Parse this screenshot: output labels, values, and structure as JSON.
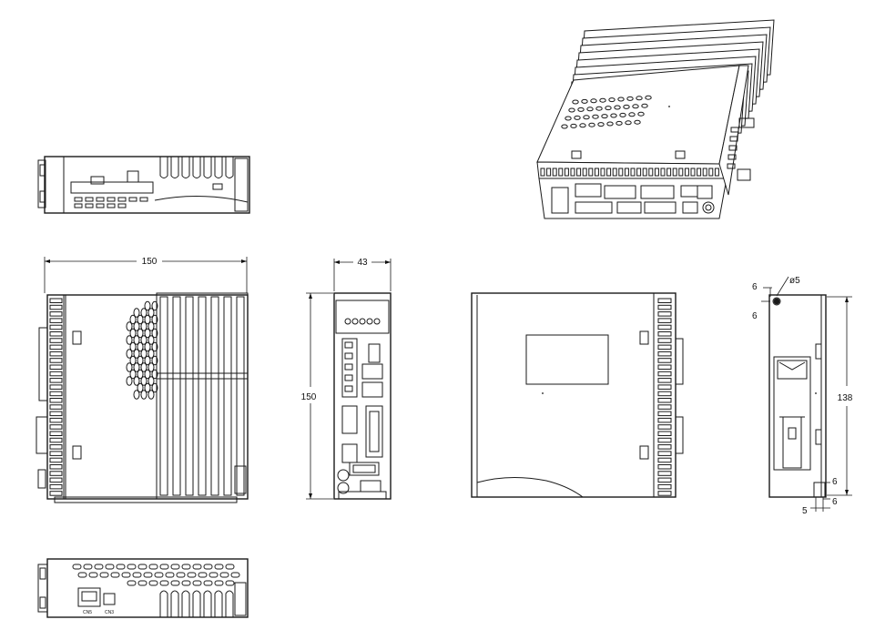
{
  "dimensions": {
    "front_width": "150",
    "front_height": "150",
    "side_width": "43",
    "mount_height": "138",
    "hole_diameter": "ø5",
    "hole_offset_x": "6",
    "hole_offset_y": "6",
    "bottom_offset_1": "6",
    "bottom_offset_2": "6",
    "slot_width": "5"
  },
  "connector_labels": {
    "port_a": "CN5",
    "port_b": "CN3"
  },
  "colors": {
    "line": "#1a1a1a",
    "background": "#ffffff"
  }
}
